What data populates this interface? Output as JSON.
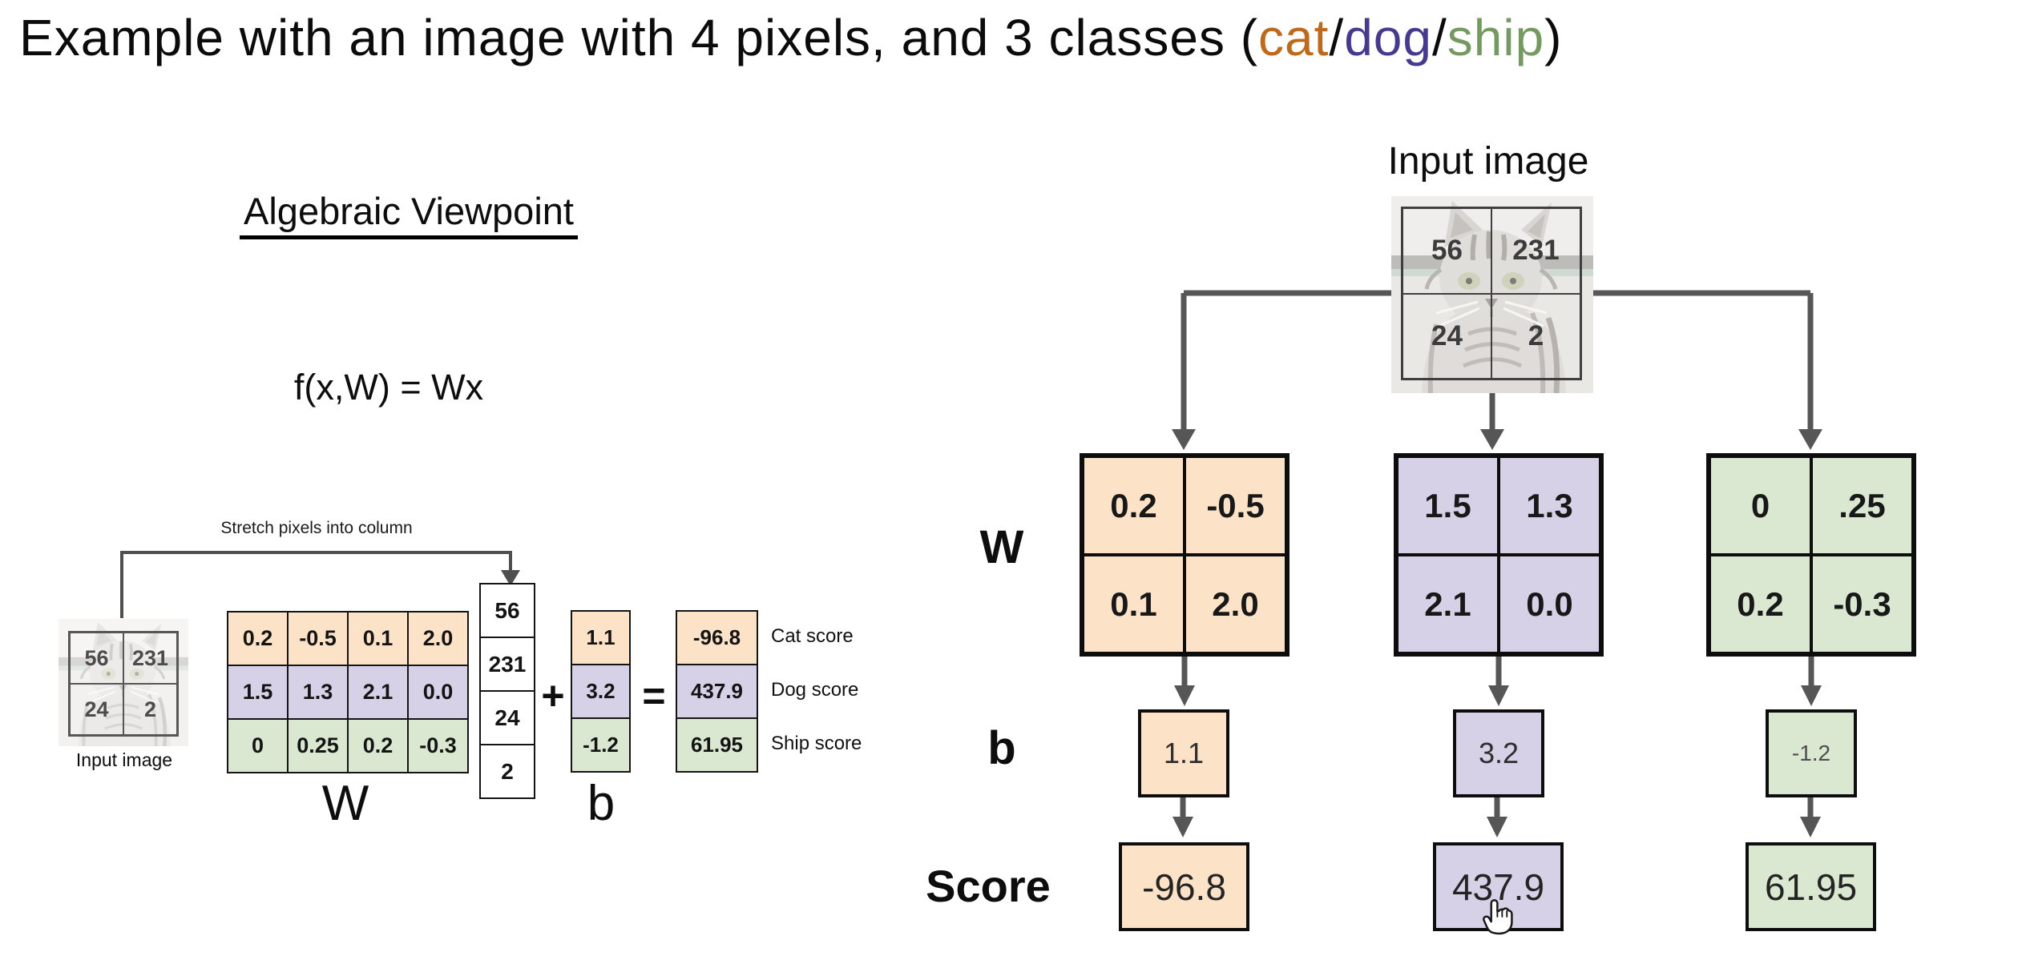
{
  "slide": {
    "title": {
      "prefix": "Example with an image with 4 pixels, and 3 classes (",
      "cat": "cat",
      "sep1": "/",
      "dog": "dog",
      "sep2": "/",
      "ship": "ship",
      "suffix": ")"
    },
    "left": {
      "heading": "Algebraic Viewpoint",
      "formula": "f(x,W) = Wx",
      "stretch_label": "Stretch pixels into column",
      "input_label": "Input image",
      "pixels": [
        [
          "56",
          "231"
        ],
        [
          "24",
          "2"
        ]
      ],
      "w_matrix": {
        "label": "W",
        "rows": [
          [
            "0.2",
            "-0.5",
            "0.1",
            "2.0"
          ],
          [
            "1.5",
            "1.3",
            "2.1",
            "0.0"
          ],
          [
            "0",
            "0.25",
            "0.2",
            "-0.3"
          ]
        ]
      },
      "x_vector": [
        "56",
        "231",
        "24",
        "2"
      ],
      "plus": "+",
      "b_vector": {
        "label": "b",
        "values": [
          "1.1",
          "3.2",
          "-1.2"
        ]
      },
      "equals": "=",
      "scores": {
        "values": [
          "-96.8",
          "437.9",
          "61.95"
        ],
        "labels": [
          "Cat score",
          "Dog score",
          "Ship score"
        ]
      }
    },
    "right": {
      "input_label": "Input image",
      "pixels": [
        [
          "56",
          "231"
        ],
        [
          "24",
          "2"
        ]
      ],
      "w_label": "W",
      "b_label": "b",
      "score_label": "Score",
      "cat": {
        "w": [
          [
            "0.2",
            "-0.5"
          ],
          [
            "0.1",
            "2.0"
          ]
        ],
        "b": "1.1",
        "score": "-96.8"
      },
      "dog": {
        "w": [
          [
            "1.5",
            "1.3"
          ],
          [
            "2.1",
            "0.0"
          ]
        ],
        "b": "3.2",
        "score": "437.9"
      },
      "ship": {
        "w": [
          [
            "0",
            ".25"
          ],
          [
            "0.2",
            "-0.3"
          ]
        ],
        "b": "-1.2",
        "score": "61.95"
      }
    },
    "colors": {
      "cat_text": "#bd6a1e",
      "dog_text": "#453a8e",
      "ship_text": "#55803c",
      "orange_fill": "#fce3c8",
      "purple_fill": "#d6d1e6",
      "green_fill": "#dae8d2",
      "line": "#565656"
    }
  }
}
